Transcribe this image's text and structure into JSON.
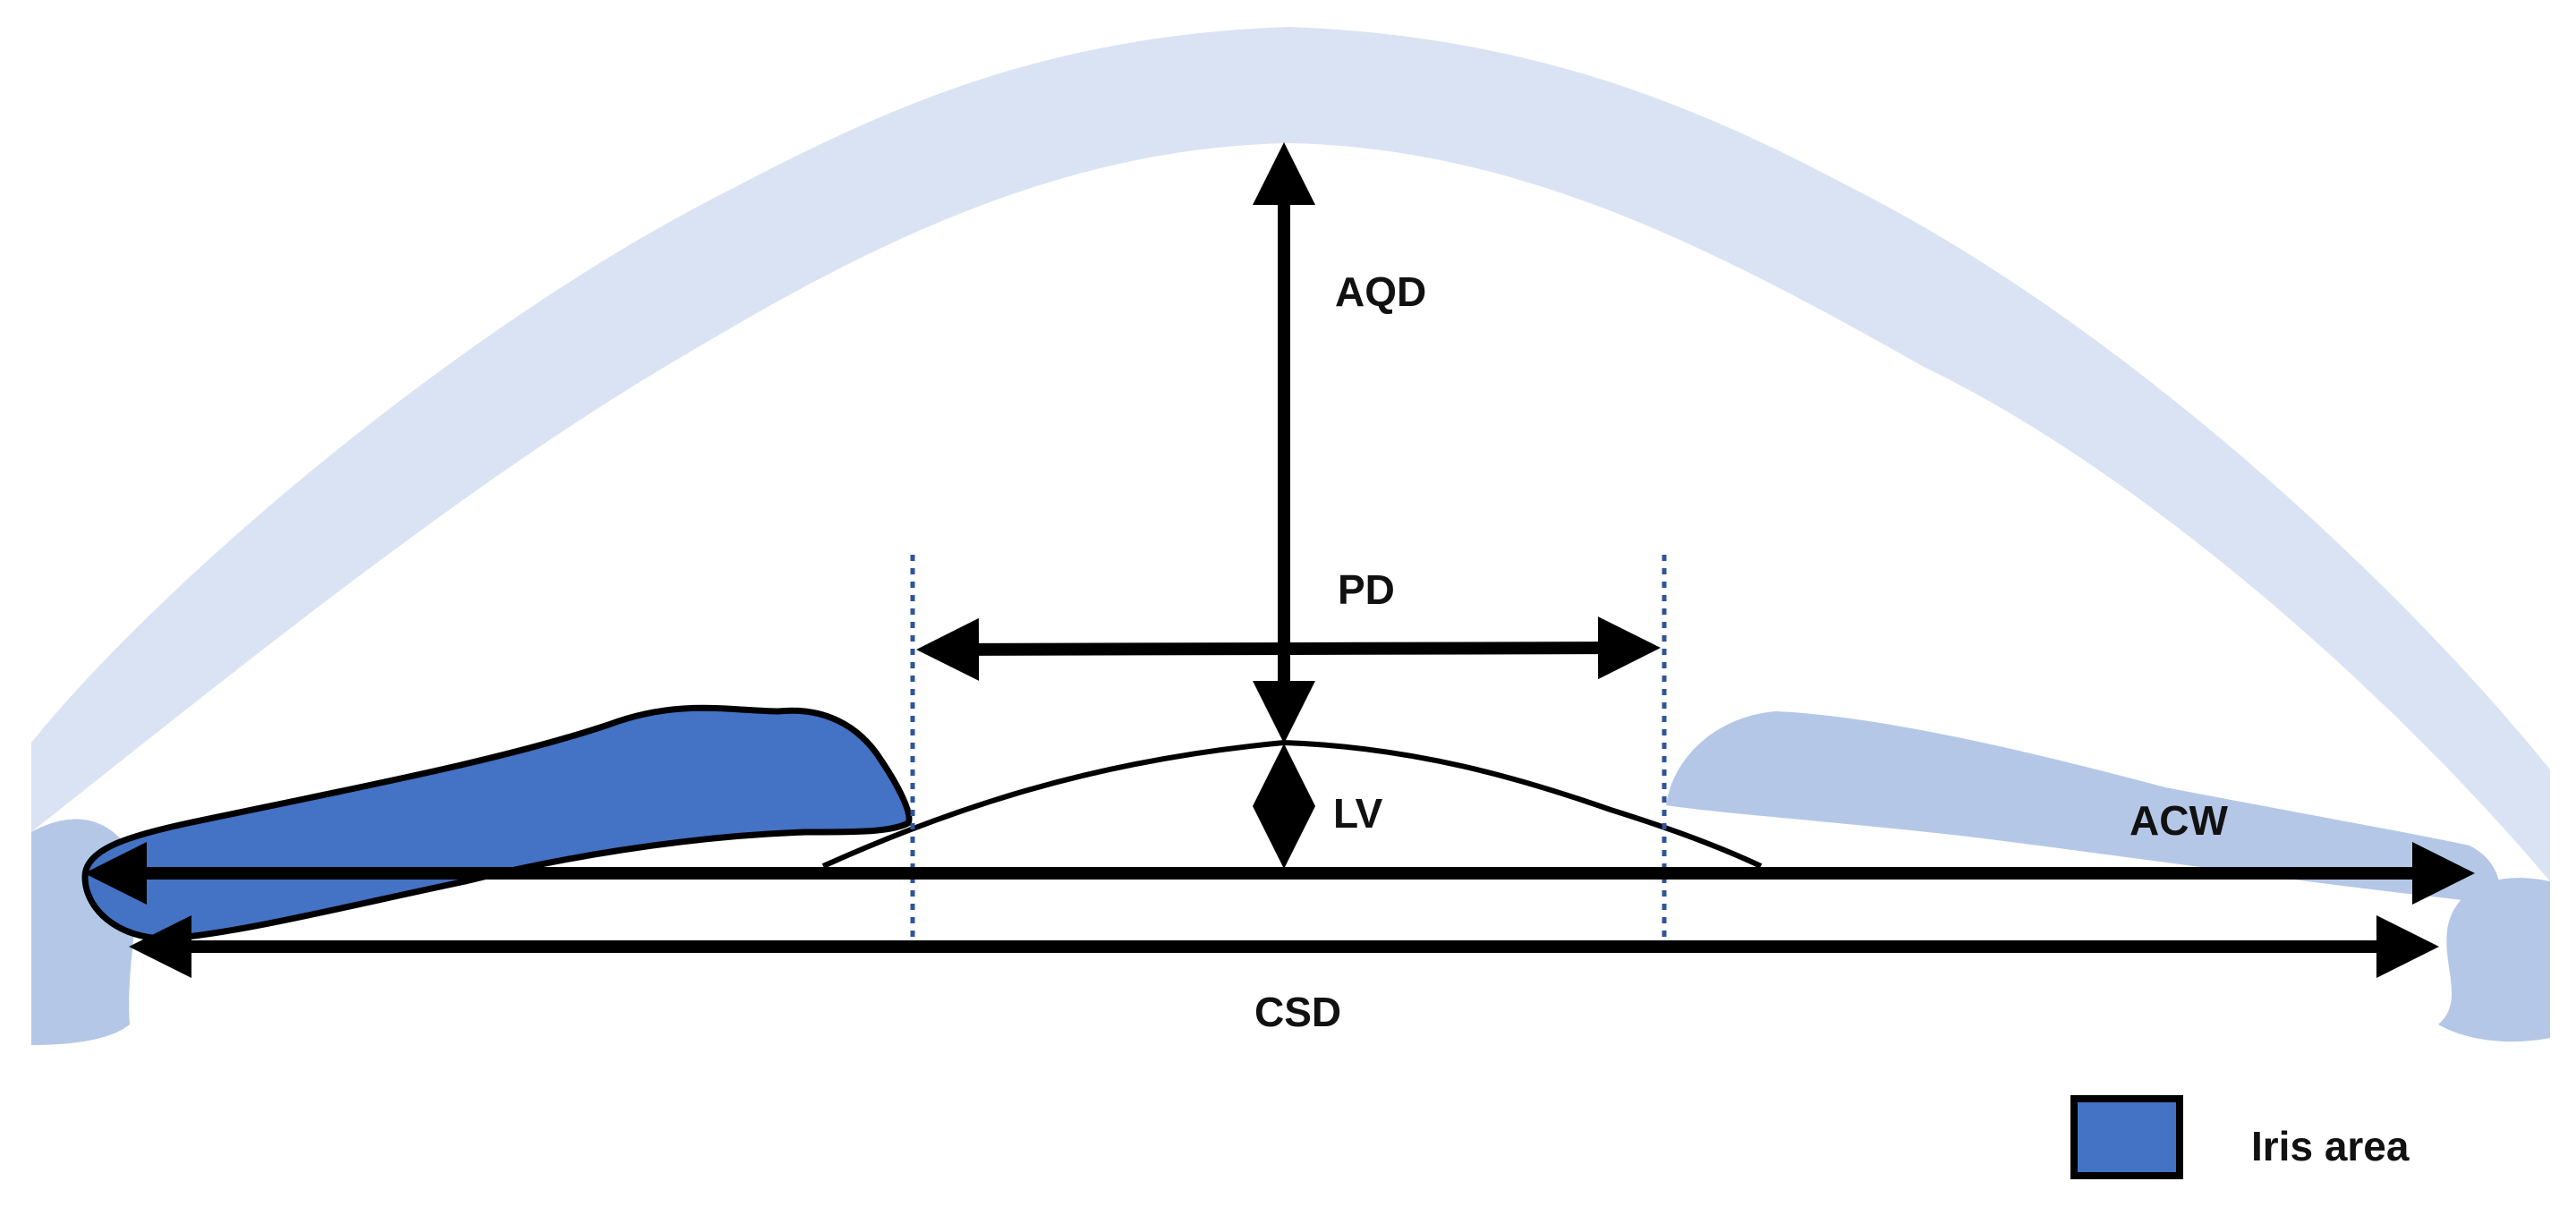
{
  "labels": {
    "aqd": "AQD",
    "pd": "PD",
    "lv": "LV",
    "acw": "ACW",
    "csd": "CSD"
  },
  "legend": {
    "iris_label": "Iris area"
  },
  "colors": {
    "cornea": "#dae3f3",
    "sclera": "#b4c7e7",
    "iris": "#4472c4",
    "right_iris": "#b4c7e7",
    "outline": "#000000",
    "pupil_guides": "#2f5597"
  }
}
